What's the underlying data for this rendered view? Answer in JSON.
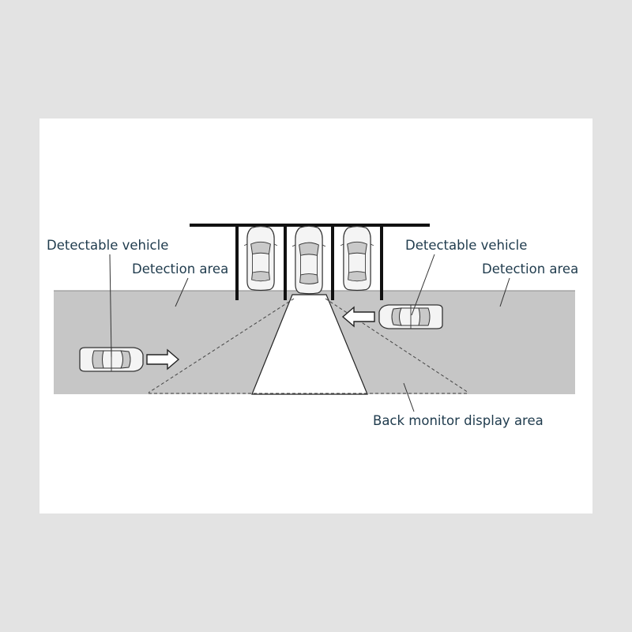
{
  "labels": {
    "detectable_vehicle_left": "Detectable vehicle",
    "detection_area_left": "Detection area",
    "detectable_vehicle_right": "Detectable vehicle",
    "detection_area_right": "Detection area",
    "back_monitor_display_area": "Back monitor display area"
  },
  "colors": {
    "page_background": "#e3e3e3",
    "panel_background": "#ffffff",
    "detection_area": "#c6c6c6",
    "display_area": "#ffffff",
    "label_text": "#1f3b4d",
    "line": "#222222"
  }
}
